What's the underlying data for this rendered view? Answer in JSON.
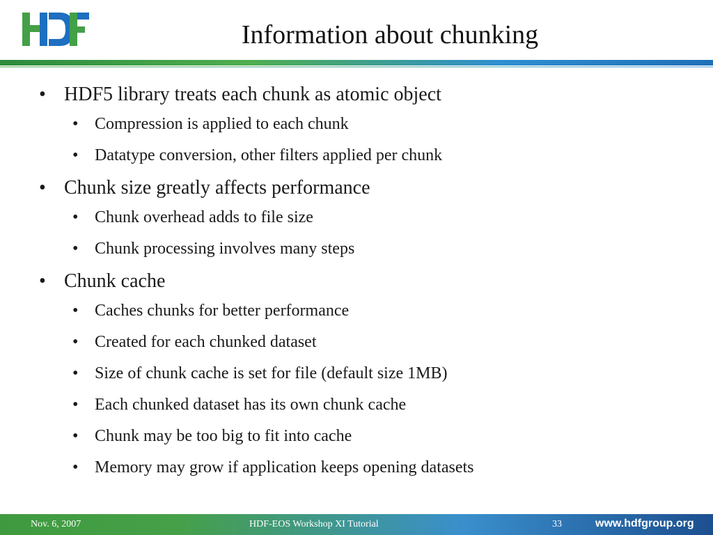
{
  "slide": {
    "title": "Information about chunking",
    "logo_text": "HDF"
  },
  "bullets": [
    {
      "text": "HDF5 library treats each chunk as atomic object",
      "sub": [
        "Compression is applied to each chunk",
        "Datatype conversion, other filters applied per chunk"
      ]
    },
    {
      "text": "Chunk size greatly affects performance",
      "sub": [
        "Chunk overhead adds to file size",
        "Chunk processing involves many steps"
      ]
    },
    {
      "text": "Chunk cache",
      "sub": [
        "Caches chunks for better performance",
        "Created for each chunked dataset",
        "Size of  chunk cache is set for file (default size 1MB)",
        "Each chunked dataset has its own chunk cache",
        "Chunk may be too big to fit into cache",
        "Memory may grow if  application keeps opening datasets"
      ]
    }
  ],
  "footer": {
    "date": "Nov. 6, 2007",
    "title": "HDF-EOS Workshop XI Tutorial",
    "page": "33",
    "url": "www.hdfgroup.org"
  },
  "colors": {
    "logo_green": "#43a047",
    "logo_blue": "#1e6fc0",
    "bar_green": "#2d8b3c",
    "bar_blue": "#1f6fb8"
  }
}
